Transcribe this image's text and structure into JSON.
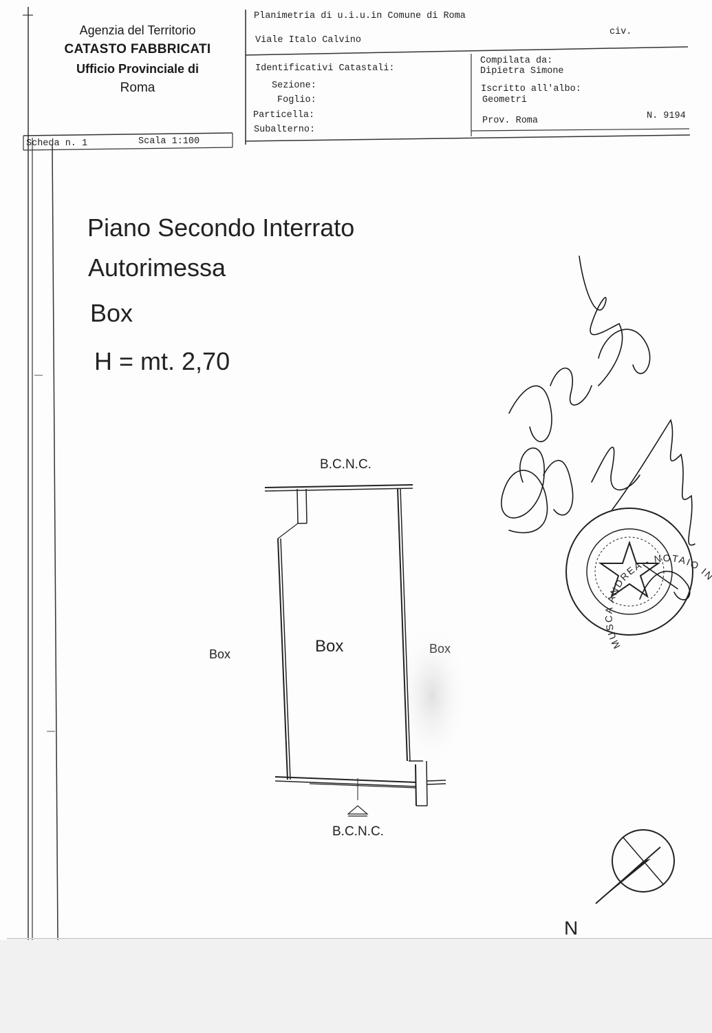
{
  "header": {
    "agency": {
      "line1": "Agenzia del Territorio",
      "line2": "CATASTO FABBRICATI",
      "line3": "Ufficio Provinciale di",
      "line4": "Roma"
    },
    "planimetria": "Planimetria di u.i.u.in Comune di Roma",
    "address": "Viale Italo Calvino",
    "civ": "civ.",
    "identificativi": {
      "title": "Identificativi Catastali:",
      "sezione": "Sezione:",
      "foglio": "Foglio:",
      "particella": "Particella:",
      "subalterno": "Subalterno:"
    },
    "compilata": {
      "label": "Compilata da:",
      "name": "Dipietra Simone",
      "iscritto": "Iscritto all'albo:",
      "albo": "Geometri",
      "prov": "Prov. Roma",
      "number": "N. 9194"
    },
    "scheda": "Scheda n. 1",
    "scala": "Scala 1:100"
  },
  "title": {
    "line1": "Piano Secondo Interrato",
    "line2": "Autorimessa",
    "line3": "Box",
    "line4": "H = mt. 2,70"
  },
  "plan": {
    "top_label": "B.C.N.C.",
    "bottom_label": "B.C.N.C.",
    "left_label": "Box",
    "center_label": "Box",
    "right_label": "Box"
  },
  "stamp": {
    "ring_text": "MUSCA ANDREA - NOTAIO IN ROMA"
  },
  "north_label": "N"
}
